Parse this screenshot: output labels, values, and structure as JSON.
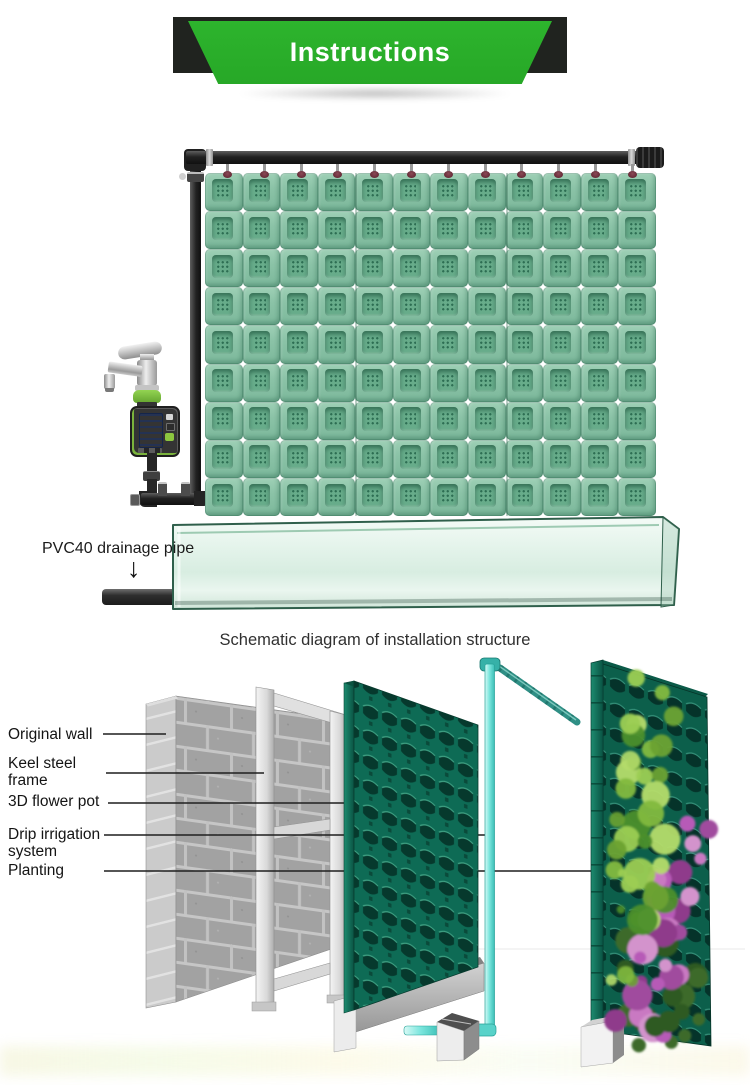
{
  "banner": {
    "title": "Instructions"
  },
  "upper_diagram": {
    "pvc_label": "PVC40 drainage pipe",
    "arrow_glyph": "↓",
    "pot_wall": {
      "rows": 9,
      "cols": 12
    },
    "emitter_count": 12
  },
  "caption": "Schematic diagram of installation structure",
  "installation": {
    "labels": [
      {
        "text": "Original wall"
      },
      {
        "text": "Keel steel frame"
      },
      {
        "text": "3D flower pot"
      },
      {
        "text": "Drip irrigation system"
      },
      {
        "text": "Planting"
      }
    ]
  },
  "colors": {
    "banner_green": "#2db42d",
    "ribbon_black": "#20231f",
    "pot_green": "#8bc3a7",
    "pot_inner_green": "#67ac8a",
    "panel_teal": "#0e6b55",
    "pipe_cyan": "#7ae4dc",
    "plant_greens": [
      "#9cce53",
      "#82b93e",
      "#6ba232",
      "#b4dc6a",
      "#4c8f2a"
    ],
    "plant_purples": [
      "#b75ab7",
      "#c979c2",
      "#a04b9e",
      "#8f3b8b",
      "#d393cc"
    ],
    "plant_dark_greens": [
      "#3c6b2c",
      "#2e5a22"
    ]
  }
}
